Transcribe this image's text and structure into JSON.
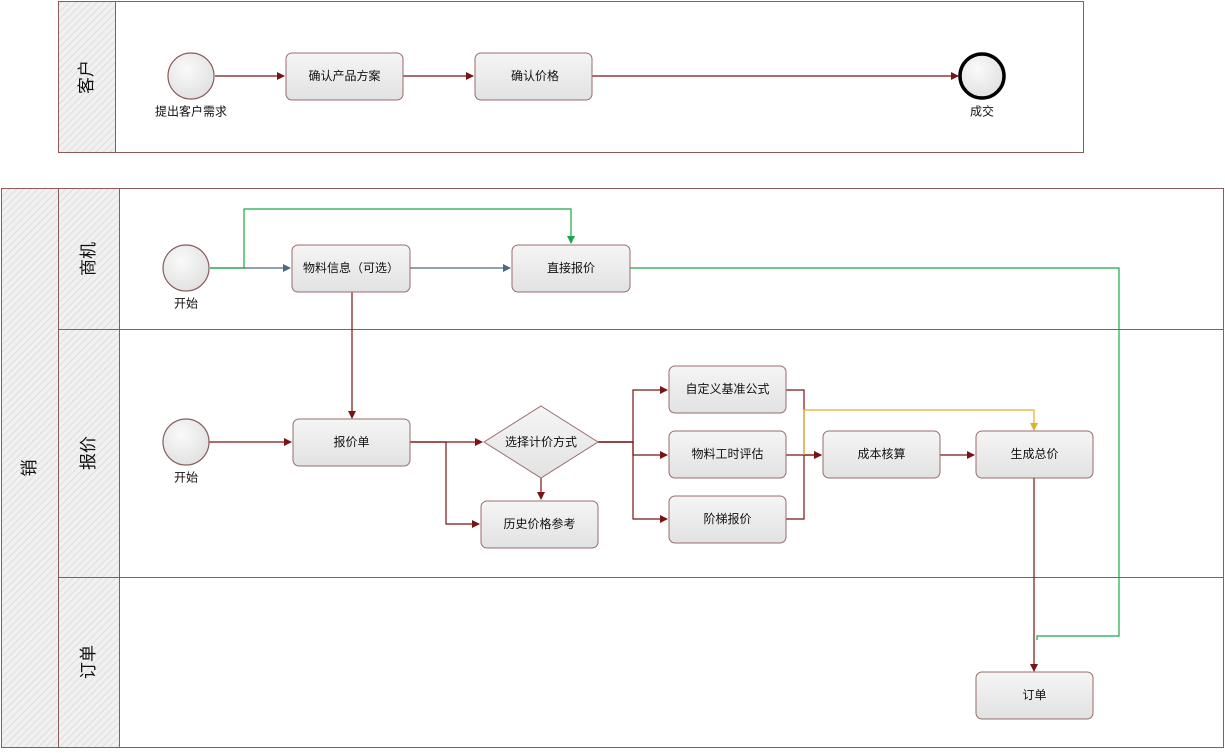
{
  "pools": {
    "customer": {
      "lane_label": "客户"
    },
    "sales": {
      "label": "销",
      "lanes": {
        "opportunity": "商机",
        "quote": "报价",
        "order": "订单"
      }
    }
  },
  "events": {
    "customer_start": "提出客户需求",
    "customer_end": "成交",
    "opp_start": "开始",
    "quote_start": "开始"
  },
  "tasks": {
    "confirm_plan": "确认产品方案",
    "confirm_price": "确认价格",
    "material_info": "物料信息（可选）",
    "direct_quote": "直接报价",
    "quote_sheet": "报价单",
    "history_ref": "历史价格参考",
    "custom_formula": "自定义基准公式",
    "labor_estimate": "物料工时评估",
    "tier_quote": "阶梯报价",
    "cost_calc": "成本核算",
    "total_price": "生成总价",
    "order": "订单"
  },
  "gateway": {
    "pricing_method": "选择计价方式"
  },
  "colors": {
    "border": "#8b5a5a",
    "flow": "#7a1414",
    "flow_green": "#1aa64a",
    "flow_blue": "#4a6a86",
    "flow_yellow": "#e0b02a",
    "task_fill": "#ececec"
  }
}
